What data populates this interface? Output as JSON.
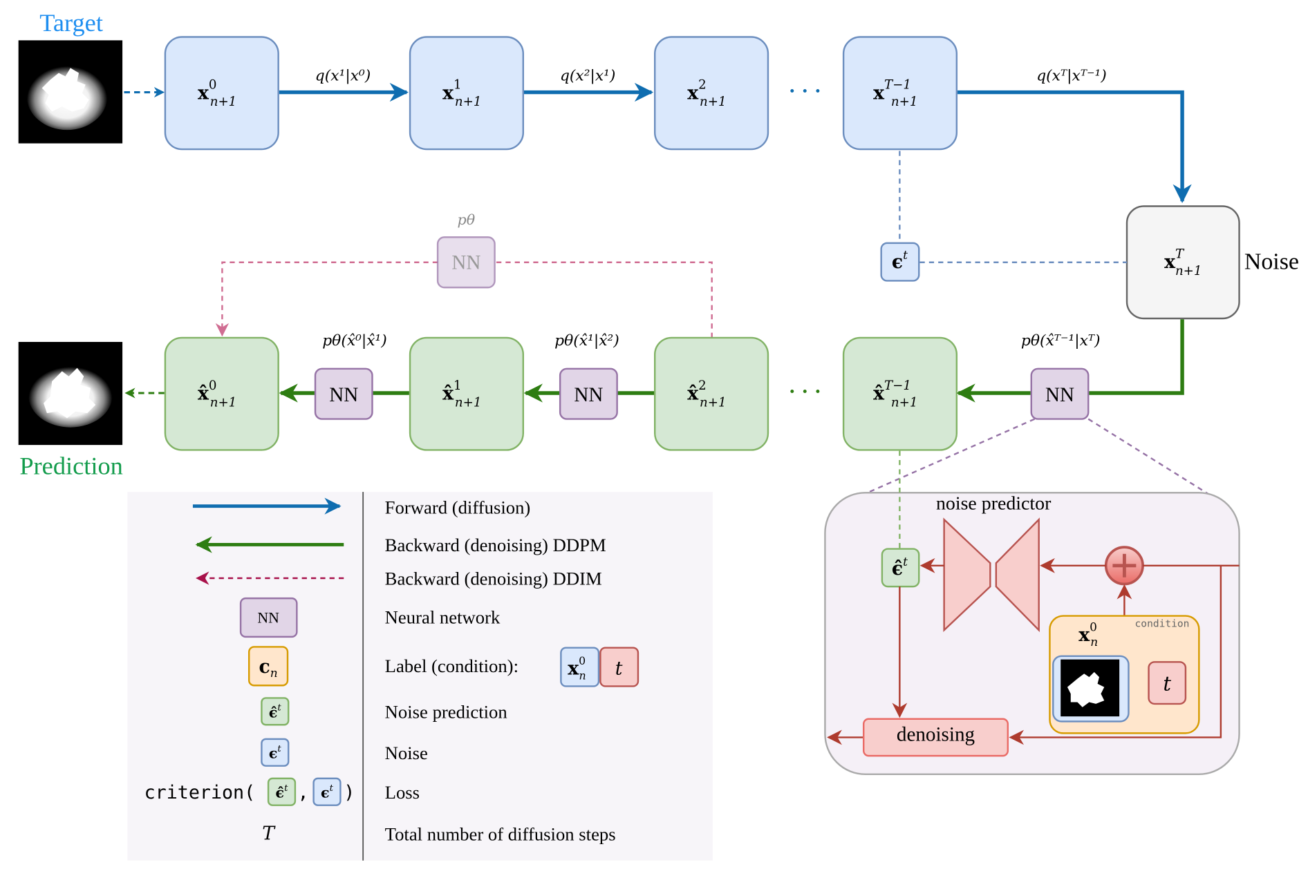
{
  "labels": {
    "target": "Target",
    "prediction": "Prediction",
    "noise": "Noise",
    "noise_predictor": "noise predictor",
    "denoising": "denoising",
    "condition": "condition",
    "p_theta": "pθ"
  },
  "colors": {
    "forward": "#0f6db0",
    "backward": "#2e7d12",
    "ddim": "#a8104a",
    "target_text": "#1e8ef0",
    "prediction_text": "#139c4c",
    "blue_fill": "#dae8fc",
    "blue_stroke": "#6c8ebf",
    "green_fill": "#d5e8d4",
    "green_stroke": "#82b366",
    "purple_fill": "#e1d5e7",
    "purple_stroke": "#9673a6",
    "grey_fill": "#f5f5f5",
    "grey_stroke": "#666666",
    "red_fill": "#f8cecc",
    "red_stroke": "#b85450",
    "orange_fill": "#ffe6cc",
    "orange_stroke": "#d79b00"
  },
  "forward_chain": [
    {
      "base": "x",
      "sup": "0",
      "sub": "n+1"
    },
    {
      "base": "x",
      "sup": "1",
      "sub": "n+1"
    },
    {
      "base": "x",
      "sup": "2",
      "sub": "n+1"
    },
    {
      "base": "x",
      "sup": "T−1",
      "sub": "n+1"
    }
  ],
  "noise_node": {
    "base": "x",
    "sup": "T",
    "sub": "n+1"
  },
  "forward_edges": [
    "q(x¹|x⁰)",
    "q(x²|x¹)",
    "q(xᵀ|xᵀ⁻¹)"
  ],
  "backward_chain": [
    {
      "base": "x̂",
      "sup": "0",
      "sub": "n+1"
    },
    {
      "base": "x̂",
      "sup": "1",
      "sub": "n+1"
    },
    {
      "base": "x̂",
      "sup": "2",
      "sub": "n+1"
    },
    {
      "base": "x̂",
      "sup": "T−1",
      "sub": "n+1"
    }
  ],
  "backward_edges": [
    "pθ(x̂⁰|x̂¹)",
    "pθ(x̂¹|x̂²)",
    "pθ(x̂ᵀ⁻¹|xᵀ)"
  ],
  "ellipsis": "· · ·",
  "nn_label": "NN",
  "eps": "ϵ",
  "eps_hat": "ϵ̂",
  "t": "t",
  "legend": {
    "items": [
      {
        "symbol": "forward-arrow",
        "text": "Forward (diffusion)"
      },
      {
        "symbol": "backward-arrow",
        "text": "Backward (denoising) DDPM"
      },
      {
        "symbol": "ddim-arrow",
        "text": "Backward (denoising) DDIM"
      },
      {
        "symbol": "NN",
        "text": "Neural network"
      },
      {
        "symbol": "c_n",
        "text": "Label (condition):"
      },
      {
        "symbol": "eps_hat",
        "text": "Noise prediction"
      },
      {
        "symbol": "eps",
        "text": "Noise"
      },
      {
        "symbol": "criterion",
        "text": "Loss"
      },
      {
        "symbol": "T",
        "text": "Total number of diffusion steps"
      }
    ],
    "cn_base": "c",
    "cn_sub": "n",
    "criterion_prefix": "criterion(",
    "criterion_comma": ",",
    "criterion_suffix": ")",
    "T_symbol": "T",
    "x0n_base": "x",
    "x0n_sup": "0",
    "x0n_sub": "n"
  }
}
